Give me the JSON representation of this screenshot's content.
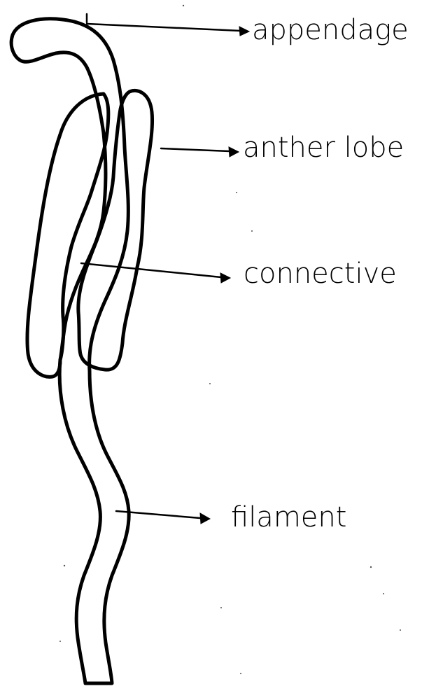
{
  "diagram": {
    "labels": {
      "appendage": "appendage",
      "anther_lobe": "anther lobe",
      "connective": "connective",
      "filament": "filament"
    },
    "colors": {
      "ink": "#000000",
      "paper": "#ffffff"
    }
  }
}
